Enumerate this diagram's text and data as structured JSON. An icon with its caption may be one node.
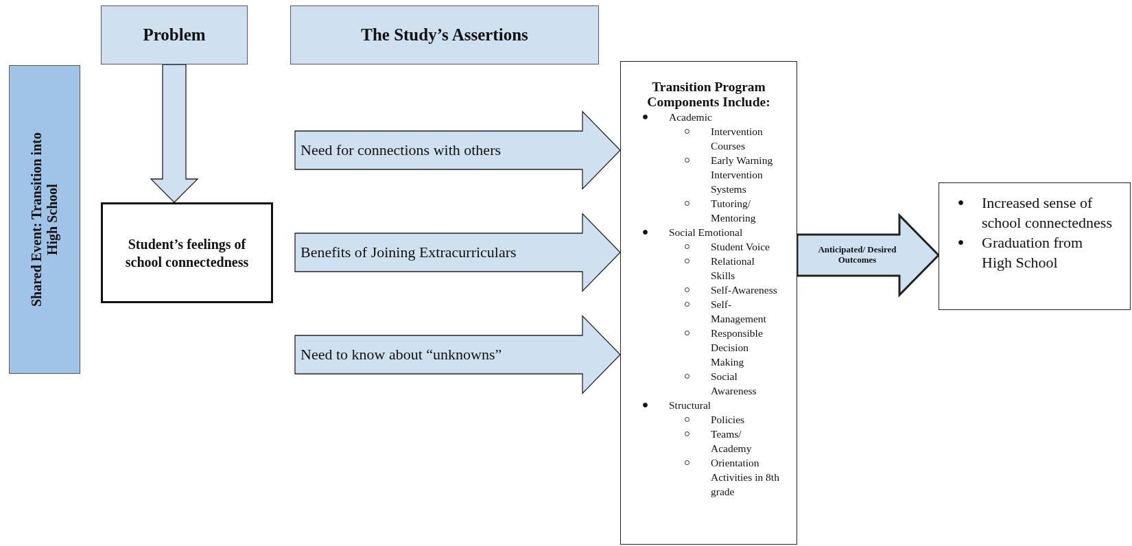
{
  "diagram": {
    "nodes": [
      {
        "text": [
          "Shared Event: Transition into High School"
        ]
      },
      {
        "text": [
          "Problem"
        ]
      },
      {
        "text": [
          "The Study’s Assertions"
        ]
      },
      {
        "text": [
          "Student’s feelings of school connectedness"
        ]
      },
      {
        "text": [
          "Transition Program Components Include:",
          "Academic",
          "Intervention Courses",
          "Early Warning Intervention Systems",
          "Tutoring/ Mentoring",
          "Social Emotional",
          "Student Voice",
          "Relational Skills",
          "Self-Awareness",
          "Self-Management",
          "Responsible Decision Making",
          "Social Awareness",
          "Structural",
          "Policies",
          "Teams/ Academy",
          "Orientation Activities in 8th grade"
        ]
      },
      {
        "text": [
          "Increased sense of school connectedness",
          "Graduation from High School"
        ]
      }
    ],
    "edges": [
      {
        "from": 1,
        "to": 3,
        "arrow": "to"
      },
      {
        "from": null,
        "to": 4,
        "arrow": "to",
        "label": "Need for connections with others"
      },
      {
        "from": null,
        "to": 4,
        "arrow": "to",
        "label": "Benefits of Joining Extracurriculars"
      },
      {
        "from": null,
        "to": 4,
        "arrow": "to",
        "label": "Need to know about “unknowns”"
      },
      {
        "from": 4,
        "to": 5,
        "arrow": "to",
        "label": "Anticipated/ Desired Outcomes",
        "style": "thick"
      }
    ]
  }
}
